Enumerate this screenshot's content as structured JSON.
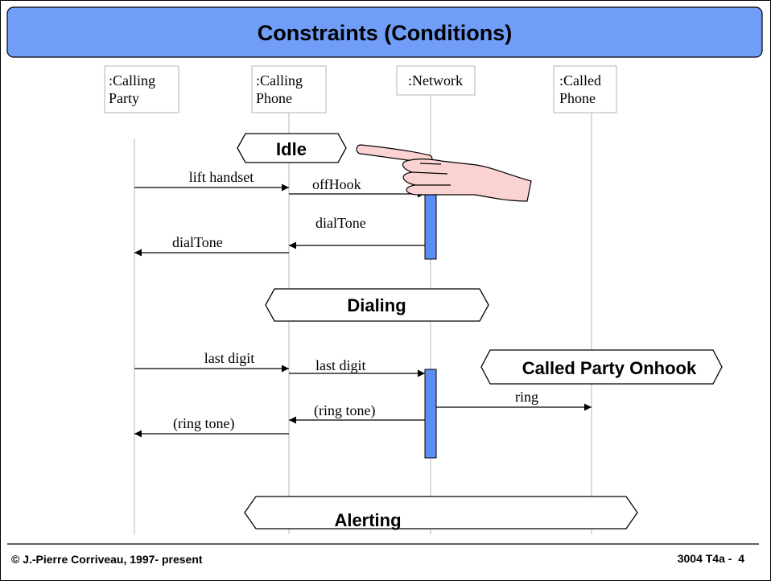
{
  "title": "Constraints (Conditions)",
  "lifelines": [
    {
      "id": "calling-party",
      "line1": ":Calling",
      "line2": "Party"
    },
    {
      "id": "calling-phone",
      "line1": ":Calling",
      "line2": "Phone"
    },
    {
      "id": "network",
      "line1": ":Network",
      "line2": ""
    },
    {
      "id": "called-phone",
      "line1": ":Called",
      "line2": "Phone"
    }
  ],
  "conditions": {
    "idle": "Idle",
    "dialing": "Dialing",
    "called_party_onhook": "Called Party Onhook",
    "alerting": "Alerting"
  },
  "messages": {
    "lift_handset": "lift handset",
    "offhook": "offHook",
    "dialtone_network": "dialTone",
    "dialtone_phone": "dialTone",
    "last_digit_party": "last digit",
    "last_digit_phone": "last digit",
    "ring": "ring",
    "ringtone_network": "(ring tone)",
    "ringtone_phone": "(ring tone)"
  },
  "footer": {
    "copyright": "© J.-Pierre Corriveau, 1997- present",
    "slide_id": "3004 T4a -  4"
  },
  "pointer_icon": "pointing-hand-icon",
  "colors": {
    "title_bg": "#6f9df7",
    "activation_bar": "#5b8ef5",
    "hand_fill": "#fbd2d2",
    "lifeline": "#c8c8c8"
  }
}
